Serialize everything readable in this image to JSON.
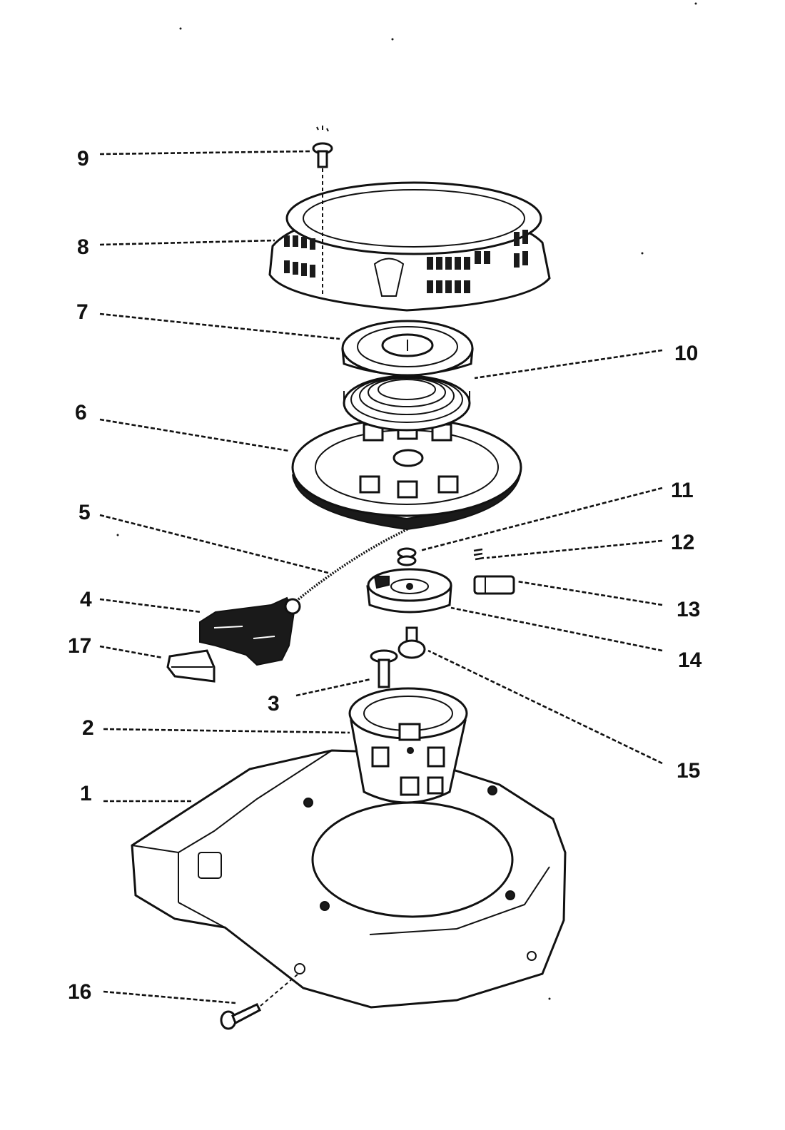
{
  "diagram": {
    "callouts": [
      "1",
      "2",
      "3",
      "4",
      "5",
      "6",
      "7",
      "8",
      "9",
      "10",
      "11",
      "12",
      "13",
      "14",
      "15",
      "16",
      "17"
    ]
  },
  "colors": {
    "ink": "#111111",
    "paper": "#ffffff"
  }
}
